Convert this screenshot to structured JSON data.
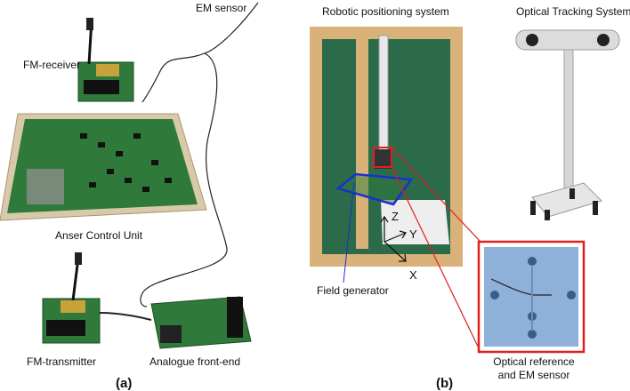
{
  "panel_a": {
    "tag": "(a)",
    "labels": {
      "em_sensor": "EM sensor",
      "fm_receiver": "FM-receiver",
      "anser_control_unit": "Anser Control Unit",
      "fm_transmitter": "FM-transmitter",
      "analogue_front_end": "Analogue front-end"
    }
  },
  "panel_b": {
    "tag": "(b)",
    "labels": {
      "robotic_positioning_system": "Robotic positioning system",
      "optical_tracking_system": "Optical Tracking System",
      "field_generator": "Field generator",
      "optical_reference_line1": "Optical reference",
      "optical_reference_line2": "and EM sensor",
      "axis_z": "Z",
      "axis_y": "Y",
      "axis_x": "X"
    }
  },
  "colors": {
    "pcb_green": "#2f7a3a",
    "frame_wood": "#d9b27a",
    "callout_red": "#e02020",
    "field_generator_blue": "#1a2fd0",
    "phantom_blue": "#8fb0d8"
  }
}
